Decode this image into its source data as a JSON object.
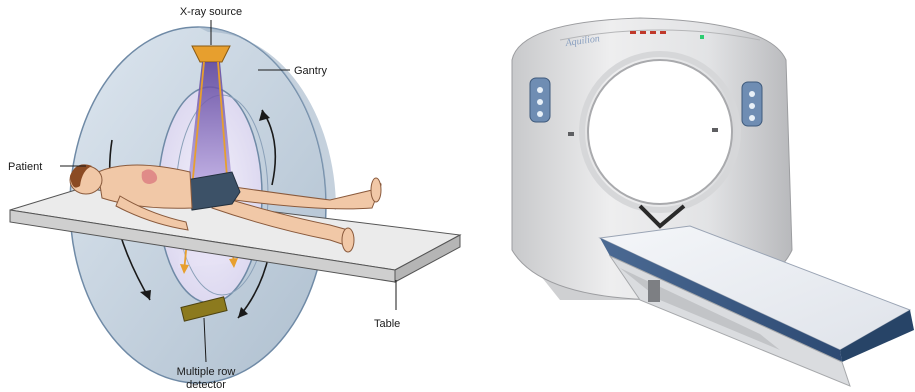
{
  "diagram": {
    "labels": {
      "xray_source": "X-ray source",
      "gantry": "Gantry",
      "patient": "Patient",
      "table": "Table",
      "detector_line1": "Multiple row",
      "detector_line2": "detector"
    }
  },
  "photo": {
    "brand_mark": "Aquilion"
  }
}
